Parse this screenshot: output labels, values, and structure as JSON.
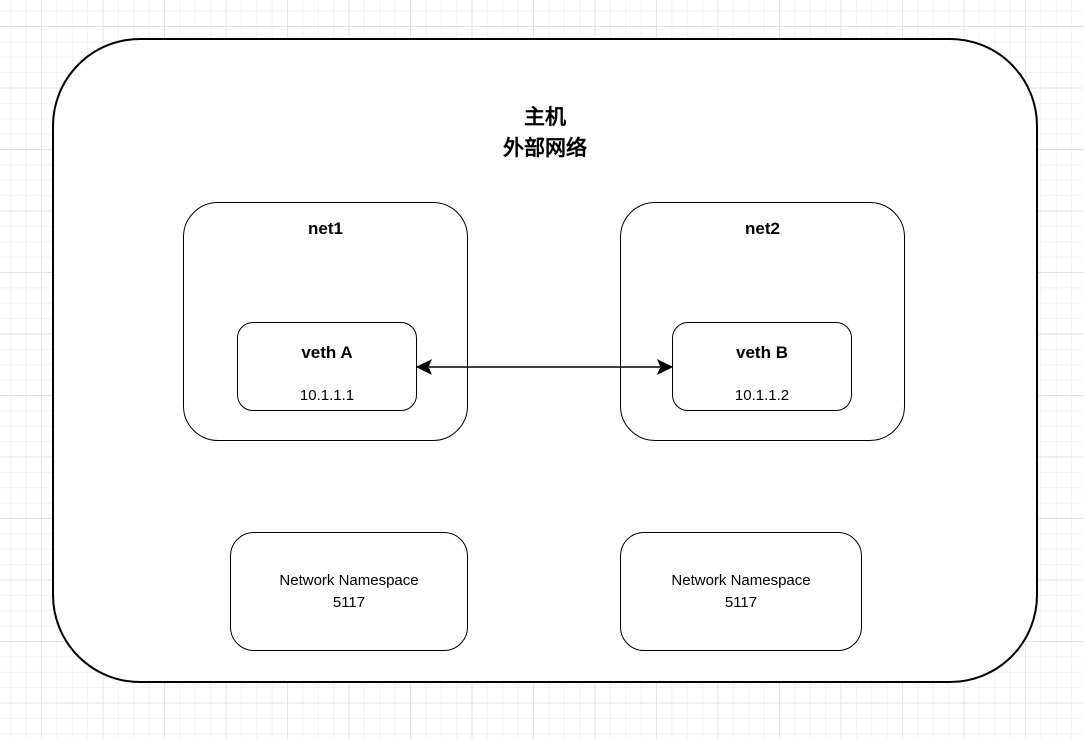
{
  "diagram": {
    "host": {
      "title_line1": "主机",
      "title_line2": "外部网络"
    },
    "net1": {
      "label": "net1",
      "veth": {
        "label": "veth A",
        "ip": "10.1.1.1"
      }
    },
    "net2": {
      "label": "net2",
      "veth": {
        "label": "veth B",
        "ip": "10.1.1.2"
      }
    },
    "namespaces": [
      {
        "line1": "Network Namespace",
        "line2": "5117"
      },
      {
        "line1": "Network Namespace",
        "line2": "5117"
      }
    ],
    "connection": {
      "style": "double-headed-arrow"
    }
  },
  "colors": {
    "stroke": "#000000",
    "fill": "#ffffff",
    "text": "#000000",
    "grid_minor": "#f2f2f2",
    "grid_major": "#e3e3e3",
    "background": "#ffffff"
  }
}
